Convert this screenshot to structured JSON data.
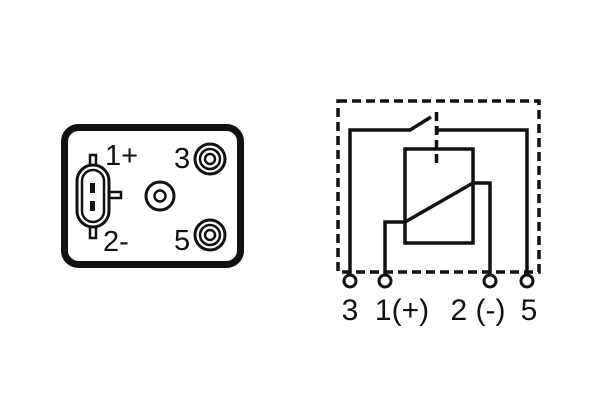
{
  "diagram": {
    "type": "relay-pinout",
    "stroke_color": "#111111",
    "background": "#ffffff"
  },
  "connector_view": {
    "pin_labels": {
      "pin1": "1+",
      "pin2": "2-",
      "pin3": "3",
      "pin5": "5"
    }
  },
  "schematic": {
    "terminal_labels": {
      "t3": "3",
      "t1": "1(+)",
      "t2": "2 (-)",
      "t5": "5"
    }
  }
}
